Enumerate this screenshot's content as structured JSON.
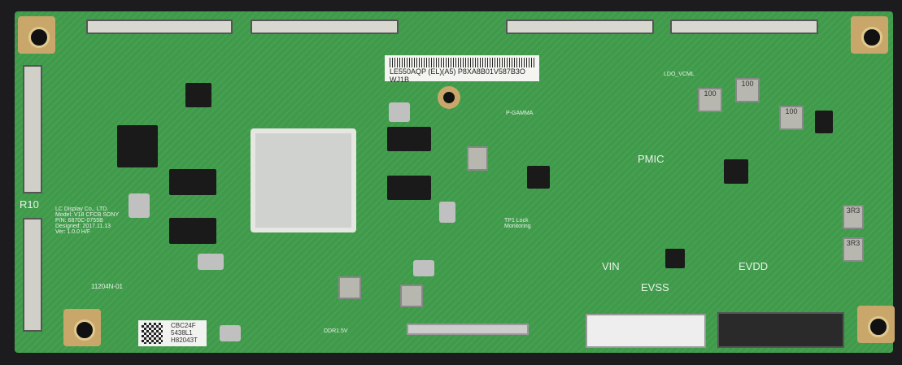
{
  "board": {
    "ref": "R10",
    "maker_lines": [
      "LC Display Co., LTD.",
      "Model: V18 CFCB SONY",
      "P/N: 6870C-0755B",
      "Designed: 2017.11.13",
      "Ver: 1.0.0 H/F"
    ],
    "top_label": "LE550AQP (EL)(A5)  P8XA8B01V587B3O WJ1B",
    "bottom_label": [
      "CBC24F",
      "5438L1",
      "H82043T"
    ],
    "silk": {
      "pmic": "PMIC",
      "vin": "VIN",
      "evss": "EVSS",
      "evdd": "EVDD",
      "ldo": "LDO_VCML",
      "pgamma": "P-GAMMA",
      "tp": "TP1 Lock Monitoring",
      "ddr": "DDR1.5V",
      "board_no": "11204N-01",
      "ind1": "100",
      "ind2": "100",
      "ind3": "100",
      "ind4": "3R3",
      "ind5": "3R3"
    },
    "colors": {
      "pcb": "#3f9a4a",
      "pad": "#c9a76a",
      "connector": "#d8d8d0"
    }
  }
}
